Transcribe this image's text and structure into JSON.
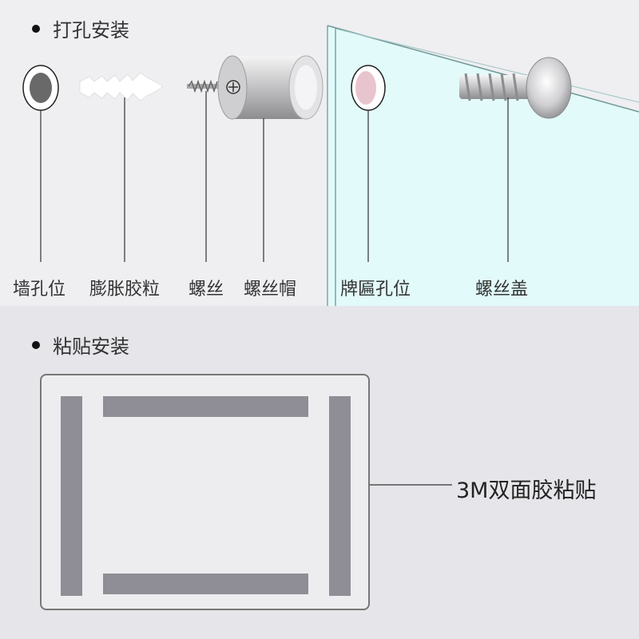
{
  "top_section": {
    "title": "打孔安装",
    "labels": {
      "wall_hole": "墙孔位",
      "anchor": "膨胀胶粒",
      "screw": "螺丝",
      "screw_cap": "螺丝帽",
      "plaque_hole": "牌匾孔位",
      "screw_cover": "螺丝盖"
    }
  },
  "bottom_section": {
    "title": "粘贴安装",
    "tape_label": "3M双面胶粘贴"
  },
  "colors": {
    "top_bg": "#efeef1",
    "bottom_bg": "#e6e5e9",
    "glass": "#e2fafa",
    "tape": "#8f8e96"
  }
}
